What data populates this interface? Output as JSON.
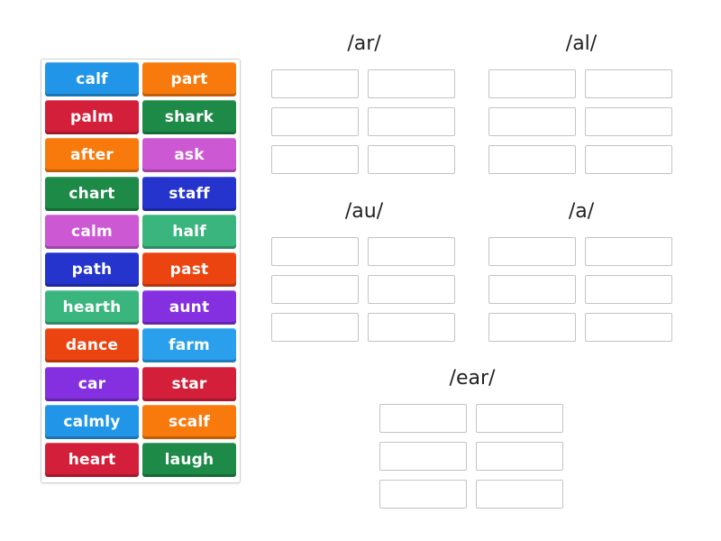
{
  "word_bank": {
    "tiles": [
      {
        "label": "calf",
        "color": "#2196e8"
      },
      {
        "label": "part",
        "color": "#f87a0c"
      },
      {
        "label": "palm",
        "color": "#d41f3a"
      },
      {
        "label": "shark",
        "color": "#1e8a47"
      },
      {
        "label": "after",
        "color": "#f87a0c"
      },
      {
        "label": "ask",
        "color": "#cc58d4"
      },
      {
        "label": "chart",
        "color": "#1e8a47"
      },
      {
        "label": "staff",
        "color": "#2434cc"
      },
      {
        "label": "calm",
        "color": "#cc58d4"
      },
      {
        "label": "half",
        "color": "#3ab57e"
      },
      {
        "label": "path",
        "color": "#2434cc"
      },
      {
        "label": "past",
        "color": "#ec4410"
      },
      {
        "label": "hearth",
        "color": "#3ab57e"
      },
      {
        "label": "aunt",
        "color": "#8430e0"
      },
      {
        "label": "dance",
        "color": "#ec4410"
      },
      {
        "label": "farm",
        "color": "#2aa0ec"
      },
      {
        "label": "car",
        "color": "#8430e0"
      },
      {
        "label": "star",
        "color": "#d41f3a"
      },
      {
        "label": "calmly",
        "color": "#2196e8"
      },
      {
        "label": "scalf",
        "color": "#f87a0c"
      },
      {
        "label": "heart",
        "color": "#d41f3a"
      },
      {
        "label": "laugh",
        "color": "#1e8a47"
      }
    ]
  },
  "groups": [
    {
      "title": "/ar/",
      "slots": 6
    },
    {
      "title": "/al/",
      "slots": 6
    },
    {
      "title": "/au/",
      "slots": 6
    },
    {
      "title": "/a/",
      "slots": 6
    },
    {
      "title": "/ear/",
      "slots": 6
    }
  ]
}
